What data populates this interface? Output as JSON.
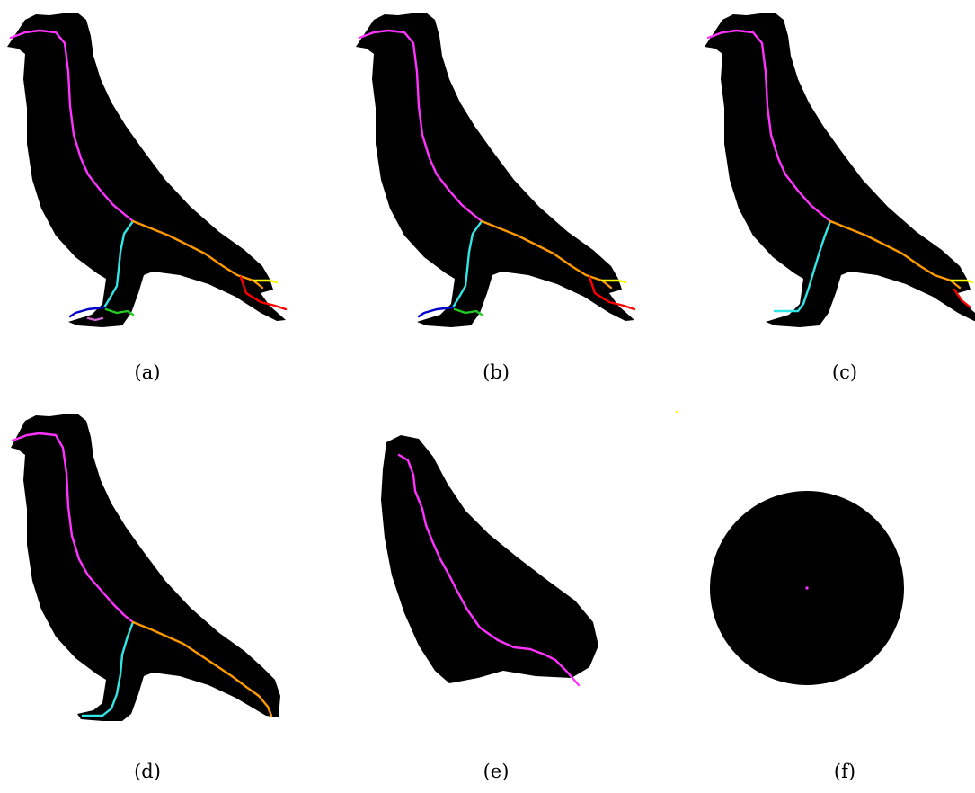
{
  "panels": [
    {
      "label": "(a)"
    },
    {
      "label": "(b)"
    },
    {
      "label": "(c)"
    },
    {
      "label": "(d)"
    },
    {
      "label": "(e)"
    },
    {
      "label": "(f)"
    }
  ],
  "colors": {
    "silhouette": "#000000",
    "spine": "#ff33ff",
    "leg": "#33e6e6",
    "tail": "#ff9900",
    "tail_upper": "#ffff00",
    "tail_lower": "#ff0000",
    "foot_front": "#0000cc",
    "foot_back": "#22cc22",
    "foot_extra": "#cc66cc"
  },
  "icons": [
    "pigeon-silhouette",
    "pigeon-body-silhouette",
    "disc-silhouette"
  ]
}
